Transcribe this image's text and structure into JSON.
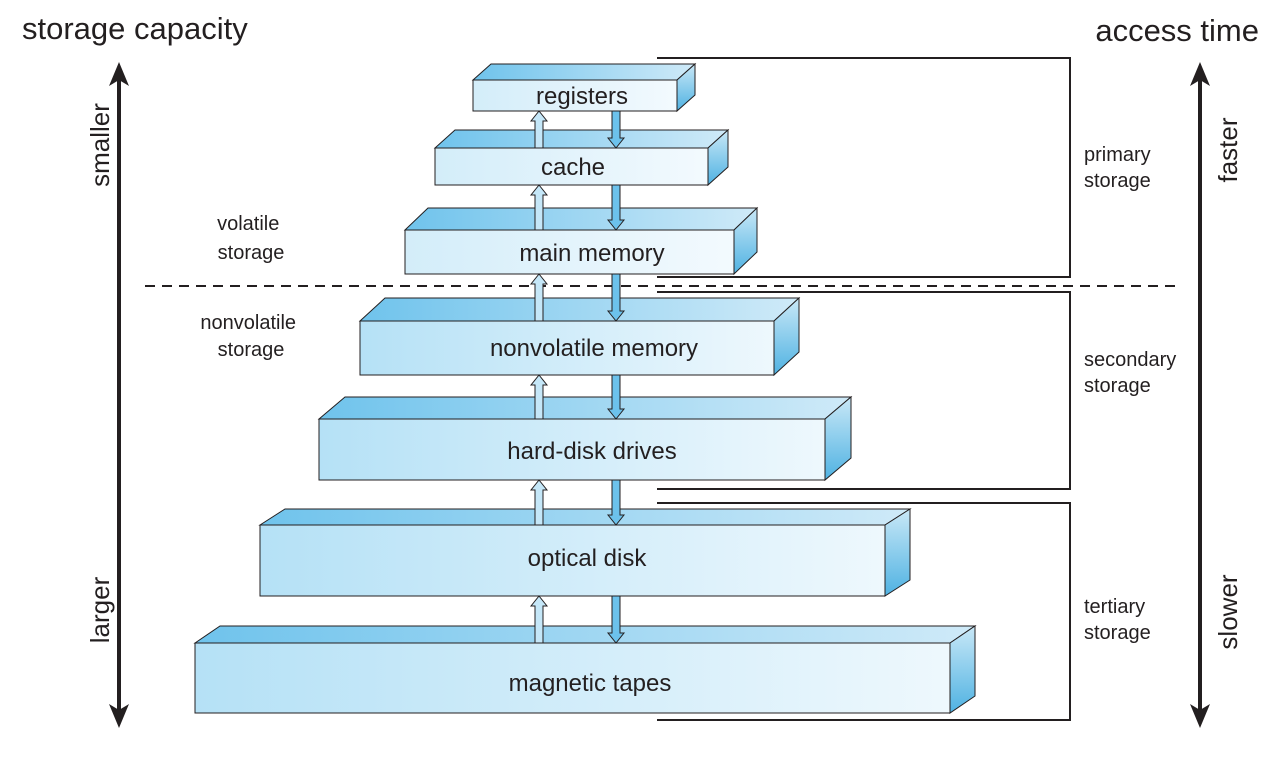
{
  "titles": {
    "left": "storage capacity",
    "right": "access time"
  },
  "capacity_axis": {
    "top": "smaller",
    "bottom": "larger"
  },
  "time_axis": {
    "top": "faster",
    "bottom": "slower"
  },
  "volatility": {
    "volatile": [
      "volatile",
      "storage"
    ],
    "nonvolatile": [
      "nonvolatile",
      "storage"
    ]
  },
  "tiers": {
    "primary": [
      "primary",
      "storage"
    ],
    "secondary": [
      "secondary",
      "storage"
    ],
    "tertiary": [
      "tertiary",
      "storage"
    ]
  },
  "levels": [
    "registers",
    "cache",
    "main memory",
    "nonvolatile memory",
    "hard-disk drives",
    "optical disk",
    "magnetic tapes"
  ],
  "colors": {
    "box_front_left": "#b5e1f6",
    "box_front_right": "#eef8fd",
    "box_top": "#7fcbee",
    "box_side": "#5bb8e4",
    "box_stroke": "#231f20",
    "ink": "#231f20"
  }
}
